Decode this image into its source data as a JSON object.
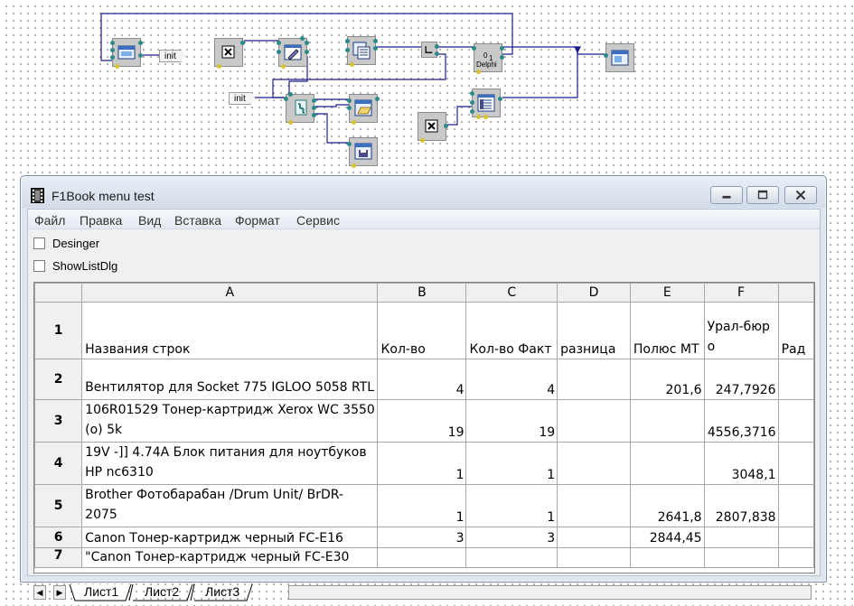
{
  "scheme": {
    "tags": [
      "init",
      "init"
    ],
    "delphi_label": "Delphi"
  },
  "window": {
    "title": "F1Book menu test",
    "menu": [
      "Файл",
      "Правка",
      "Вид",
      "Вставка",
      "Формат",
      "Сервис"
    ],
    "checkboxes": [
      {
        "label": "Desinger",
        "checked": false
      },
      {
        "label": "ShowListDlg",
        "checked": false
      }
    ]
  },
  "grid": {
    "columns": [
      "A",
      "B",
      "C",
      "D",
      "E",
      "F",
      ""
    ],
    "rows": [
      {
        "num": "1",
        "cells": [
          "Названия строк",
          "Кол-во",
          "Кол-во Факт",
          "разница",
          "Полюс МТ",
          "Урал-бюро",
          "Рад"
        ]
      },
      {
        "num": "2",
        "cells": [
          "Вентилятор для Socket 775 IGLOO 5058 RTL",
          "4",
          "4",
          "",
          "201,6",
          "247,7926",
          ""
        ]
      },
      {
        "num": "3",
        "cells": [
          "106R01529 Тонер-картридж Xerox WC 3550 (o) 5k",
          "19",
          "19",
          "",
          "",
          "4556,3716",
          ""
        ]
      },
      {
        "num": "4",
        "cells": [
          "19V -]] 4.74A Блок питания для ноутбуков HP nc6310",
          "1",
          "1",
          "",
          "",
          "3048,1",
          ""
        ]
      },
      {
        "num": "5",
        "cells": [
          "Brother Фотобарабан /Drum Unit/ BrDR-2075",
          "1",
          "1",
          "",
          "2641,8",
          "2807,838",
          ""
        ]
      },
      {
        "num": "6",
        "cells": [
          "Canon Тонер-картридж черный FC-E16",
          "3",
          "3",
          "",
          "2844,45",
          "",
          ""
        ]
      },
      {
        "num": "7",
        "cells": [
          "\"Canon Тонер-картридж черный FC-E30",
          "",
          "",
          "",
          "",
          "",
          ""
        ]
      }
    ]
  },
  "sheet_tabs": [
    "Лист1",
    "Лист2",
    "Лист3"
  ],
  "colors": {
    "wire": "#1e1e8c",
    "pin": "#2c8a8a",
    "component_bg": "#c9c9c9",
    "window_frame": "#7a8ba3"
  }
}
